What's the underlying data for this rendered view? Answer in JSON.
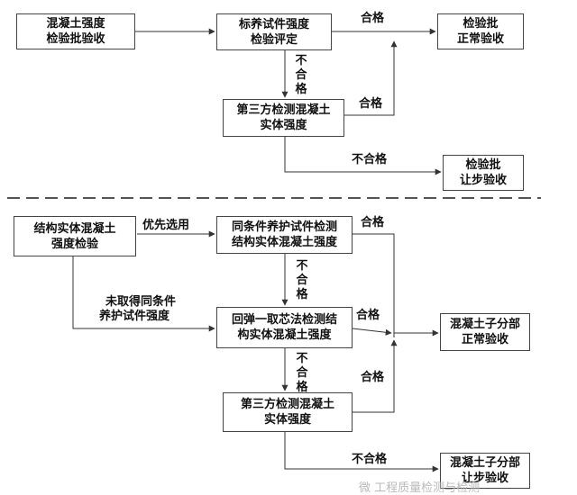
{
  "section1": {
    "box_start": [
      "混凝土强度",
      "检验批验收"
    ],
    "box_eval": [
      "标养试件强度",
      "检验评定"
    ],
    "box_pass": [
      "检验批",
      "正常验收"
    ],
    "box_third": [
      "第三方检测混凝土",
      "实体强度"
    ],
    "box_fail": [
      "检验批",
      "让步验收"
    ],
    "label_pass_top": "合格",
    "label_fail_vert": "不合格",
    "label_pass_third": "合格",
    "label_fail_third": "不合格"
  },
  "section2": {
    "box_start": [
      "结构实体混凝土",
      "强度检验"
    ],
    "box_same": [
      "同条件养护试件检测",
      "结构实体混凝土强度"
    ],
    "box_rebound": [
      "回弹一取芯法检测结",
      "构实体混凝土强度"
    ],
    "box_third": [
      "第三方检测混凝土",
      "实体强度"
    ],
    "box_pass": [
      "混凝土子分部",
      "正常验收"
    ],
    "box_fail": [
      "混凝土子分部",
      "让步验收"
    ],
    "label_priority": "优先选用",
    "label_not_obtained": [
      "未取得同条件",
      "养护试件强度"
    ],
    "label_pass_same": "合格",
    "label_fail_same": "不合格",
    "label_pass_rebound": "合格",
    "label_fail_rebound": "不合格",
    "label_pass_third": "合格",
    "label_fail_third": "不合格"
  },
  "watermark": "微 工程质量检测与检测"
}
